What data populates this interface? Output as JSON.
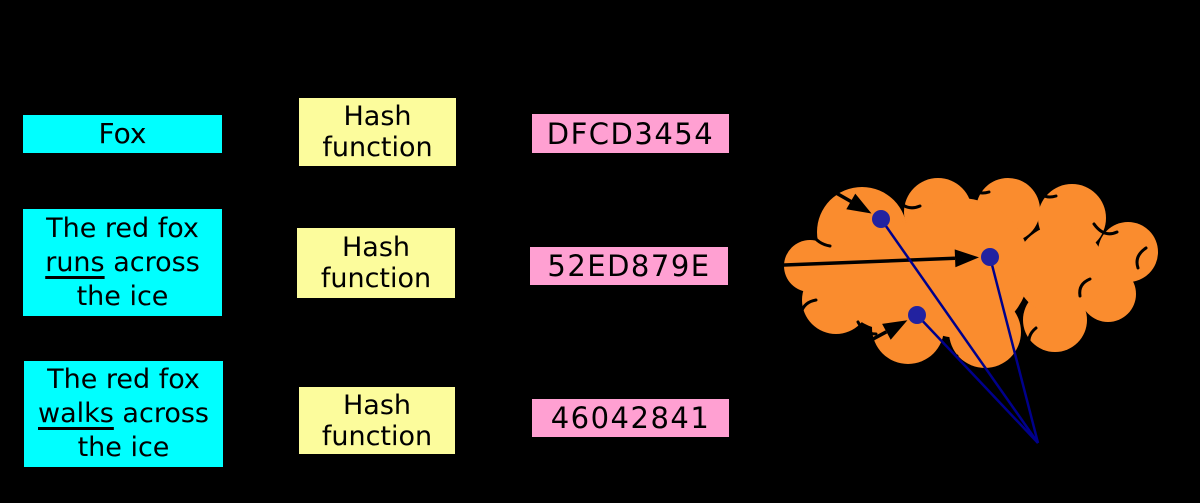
{
  "title": "Hash function mapping diagram",
  "colors": {
    "background": "#000000",
    "input-box": "#00FFFF",
    "hash-box": "#FCFC9C",
    "digest-box": "#FFA0D2",
    "cloud": "#FA8C2E",
    "outline": "#000000",
    "dot": "#2222A0",
    "ray": "#00008B"
  },
  "rows": [
    {
      "input": {
        "line1": "Fox"
      },
      "hash_function": {
        "line1": "Hash",
        "line2": "function"
      },
      "digest": "DFCD3454"
    },
    {
      "input": {
        "line1": "The red fox",
        "line2_underlined": "runs",
        "line2_rest": " across",
        "line3": "the ice"
      },
      "hash_function": {
        "line1": "Hash",
        "line2": "function"
      },
      "digest": "52ED879E"
    },
    {
      "input": {
        "line1": "The red fox",
        "line2_underlined": "walks",
        "line2_rest": " across",
        "line3": "the ice"
      },
      "hash_function": {
        "line1": "Hash",
        "line2": "function"
      },
      "digest": "46042841"
    }
  ],
  "cloud": {
    "name": "hash-space-cloud",
    "dot_count": 3,
    "rays_converge": true
  }
}
